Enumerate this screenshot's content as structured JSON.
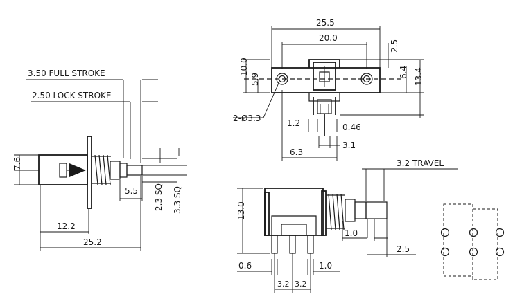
{
  "side_view": {
    "full_stroke": "3.50 FULL STROKE",
    "lock_stroke": "2.50 LOCK STROKE",
    "dim_height": "7.6",
    "dim_rod": "5.5",
    "dim_sq_small": "2.3 SQ",
    "dim_sq_large": "3.3 SQ",
    "dim_body": "12.2",
    "dim_total": "25.2"
  },
  "top_view": {
    "dim_overall_width": "25.5",
    "dim_hole_spacing": "20.0",
    "dim_flange_offset": "2.5",
    "dim_height": "10.0",
    "dim_hole_center": "5.9",
    "dim_right_center": "6.4",
    "dim_right_height": "13.4",
    "hole_callout": "2-Ø3.3",
    "dim_pin_gap": "1.2",
    "dim_pin_width": "0.46",
    "dim_pin_pitch": "3.1",
    "dim_offset": "6.3"
  },
  "front_view": {
    "travel": "3.2 TRAVEL",
    "dim_height": "13.0",
    "dim_plate": "1.0",
    "dim_button": "2.5",
    "dim_left": "0.6",
    "dim_right": "1.0",
    "dim_pitch_a": "3.2",
    "dim_pitch_b": "3.2"
  },
  "pcb_layout": {
    "rows": 2,
    "columns": 3
  }
}
